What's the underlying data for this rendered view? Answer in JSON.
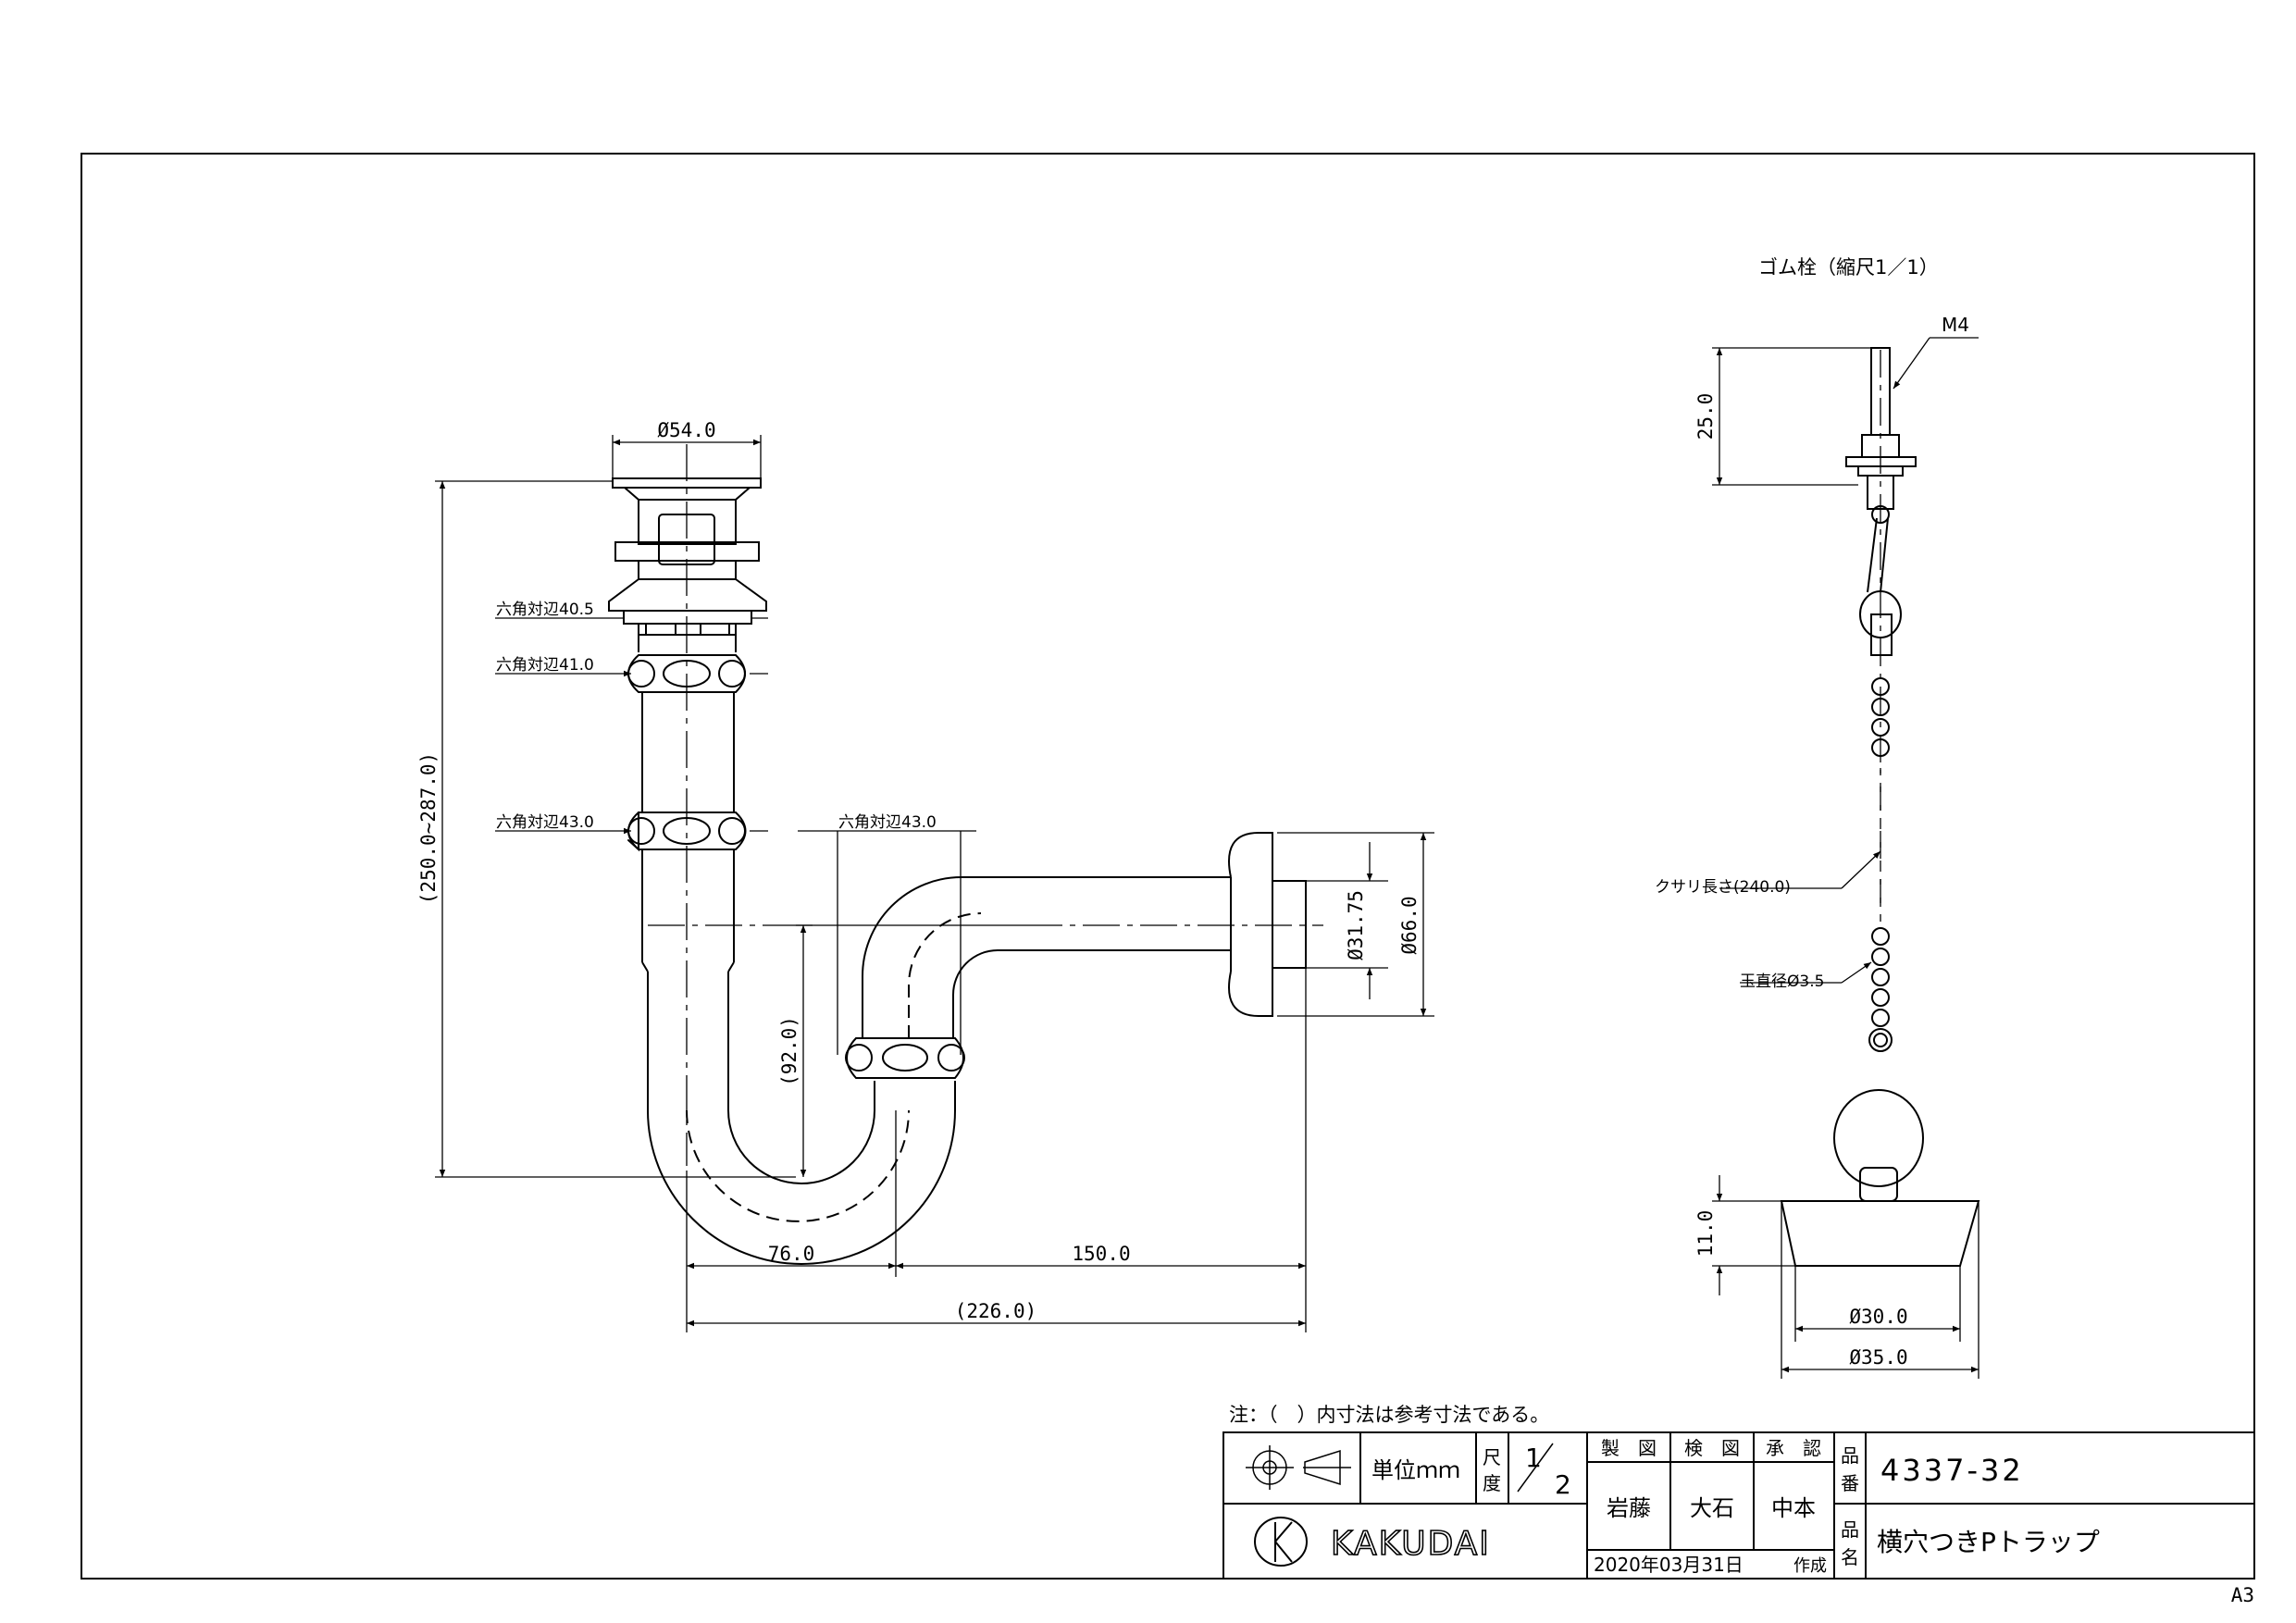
{
  "sheet": {
    "size_label": "A3"
  },
  "note": "注：（　）内寸法は参考寸法である。",
  "main_view": {
    "dims": {
      "top_dia": "Ø54.0",
      "hex1": "六角対辺40.5",
      "hex2": "六角対辺41.0",
      "hex3": "六角対辺43.0",
      "hex4": "六角対辺43.0",
      "height_range": "(250.0~287.0)",
      "trap_depth": "(92.0)",
      "pipe_dia": "Ø31.75",
      "flange_dia": "Ø66.0",
      "horiz1": "76.0",
      "horiz2": "150.0",
      "horiz_total": "(226.0)"
    }
  },
  "plug_view": {
    "title": "ゴム栓（縮尺1／1）",
    "thread": "M4",
    "dim_stem": "25.0",
    "chain_length": "クサリ長さ(240.0)",
    "ball_dia": "玉直径Ø3.5",
    "dim_height": "11.0",
    "dia_top": "Ø30.0",
    "dia_bottom": "Ø35.0"
  },
  "title_block": {
    "unit_label": "単位ｍｍ",
    "scale_label_1": "尺",
    "scale_label_2": "度",
    "scale_num": "1",
    "scale_den": "2",
    "col_drawn": "製　図",
    "col_checked": "検　図",
    "col_approved": "承　認",
    "drawn_by": "岩藤",
    "checked_by": "大石",
    "approved_by": "中本",
    "part_no_label_1": "品",
    "part_no_label_2": "番",
    "part_number": "4337-32",
    "name_label_1": "品",
    "name_label_2": "名",
    "part_name": "横穴つきPトラップ",
    "date": "2020年03月31日",
    "created": "作成",
    "logo_text": "KAKUDAI"
  }
}
